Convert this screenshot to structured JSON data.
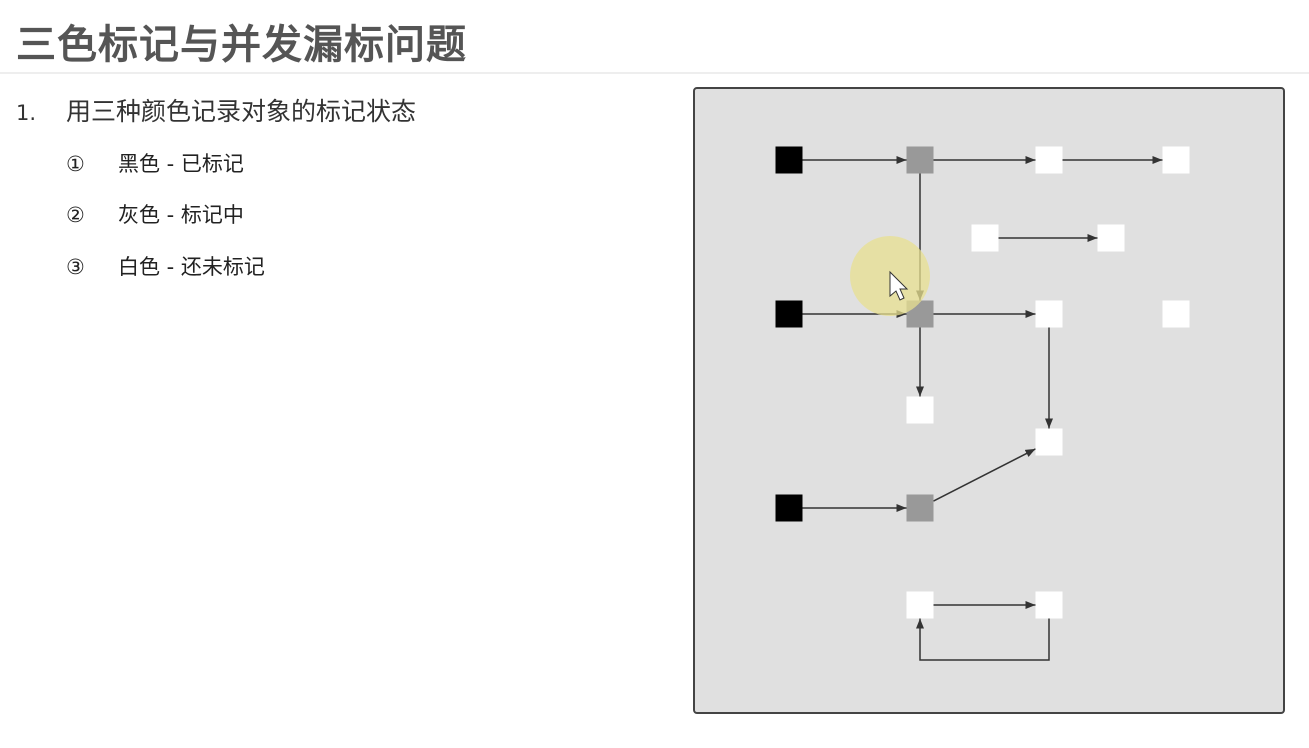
{
  "title": "三色标记与并发漏标问题",
  "point": {
    "number": "1.",
    "text": "用三种颜色记录对象的标记状态"
  },
  "items": [
    {
      "marker": "①",
      "text": "黑色 - 已标记"
    },
    {
      "marker": "②",
      "text": "灰色 - 标记中"
    },
    {
      "marker": "③",
      "text": "白色 - 还未标记"
    }
  ],
  "colors": {
    "black": "#000000",
    "gray": "#999999",
    "white": "#ffffff",
    "edge": "#333333",
    "panel": "#e0e0e0",
    "highlight": "#e8e090"
  },
  "diagram": {
    "nodes": [
      {
        "id": "b1",
        "color": "black"
      },
      {
        "id": "g1",
        "color": "gray"
      },
      {
        "id": "w1",
        "color": "white"
      },
      {
        "id": "w2",
        "color": "white"
      },
      {
        "id": "w3",
        "color": "white"
      },
      {
        "id": "w4",
        "color": "white"
      },
      {
        "id": "b2",
        "color": "black"
      },
      {
        "id": "g2",
        "color": "gray"
      },
      {
        "id": "w5",
        "color": "white"
      },
      {
        "id": "w6",
        "color": "white"
      },
      {
        "id": "w7",
        "color": "white"
      },
      {
        "id": "w8",
        "color": "white"
      },
      {
        "id": "b3",
        "color": "black"
      },
      {
        "id": "g3",
        "color": "gray"
      },
      {
        "id": "w9",
        "color": "white"
      },
      {
        "id": "w10",
        "color": "white"
      }
    ],
    "edges": [
      [
        "b1",
        "g1"
      ],
      [
        "g1",
        "w1"
      ],
      [
        "w1",
        "w2"
      ],
      [
        "g1",
        "g2"
      ],
      [
        "w3",
        "w4"
      ],
      [
        "b2",
        "g2"
      ],
      [
        "g2",
        "w5"
      ],
      [
        "g2",
        "w7"
      ],
      [
        "w5",
        "w8"
      ],
      [
        "b3",
        "g3"
      ],
      [
        "g3",
        "w8"
      ],
      [
        "w9",
        "w10"
      ],
      [
        "w10",
        "w9"
      ]
    ]
  }
}
